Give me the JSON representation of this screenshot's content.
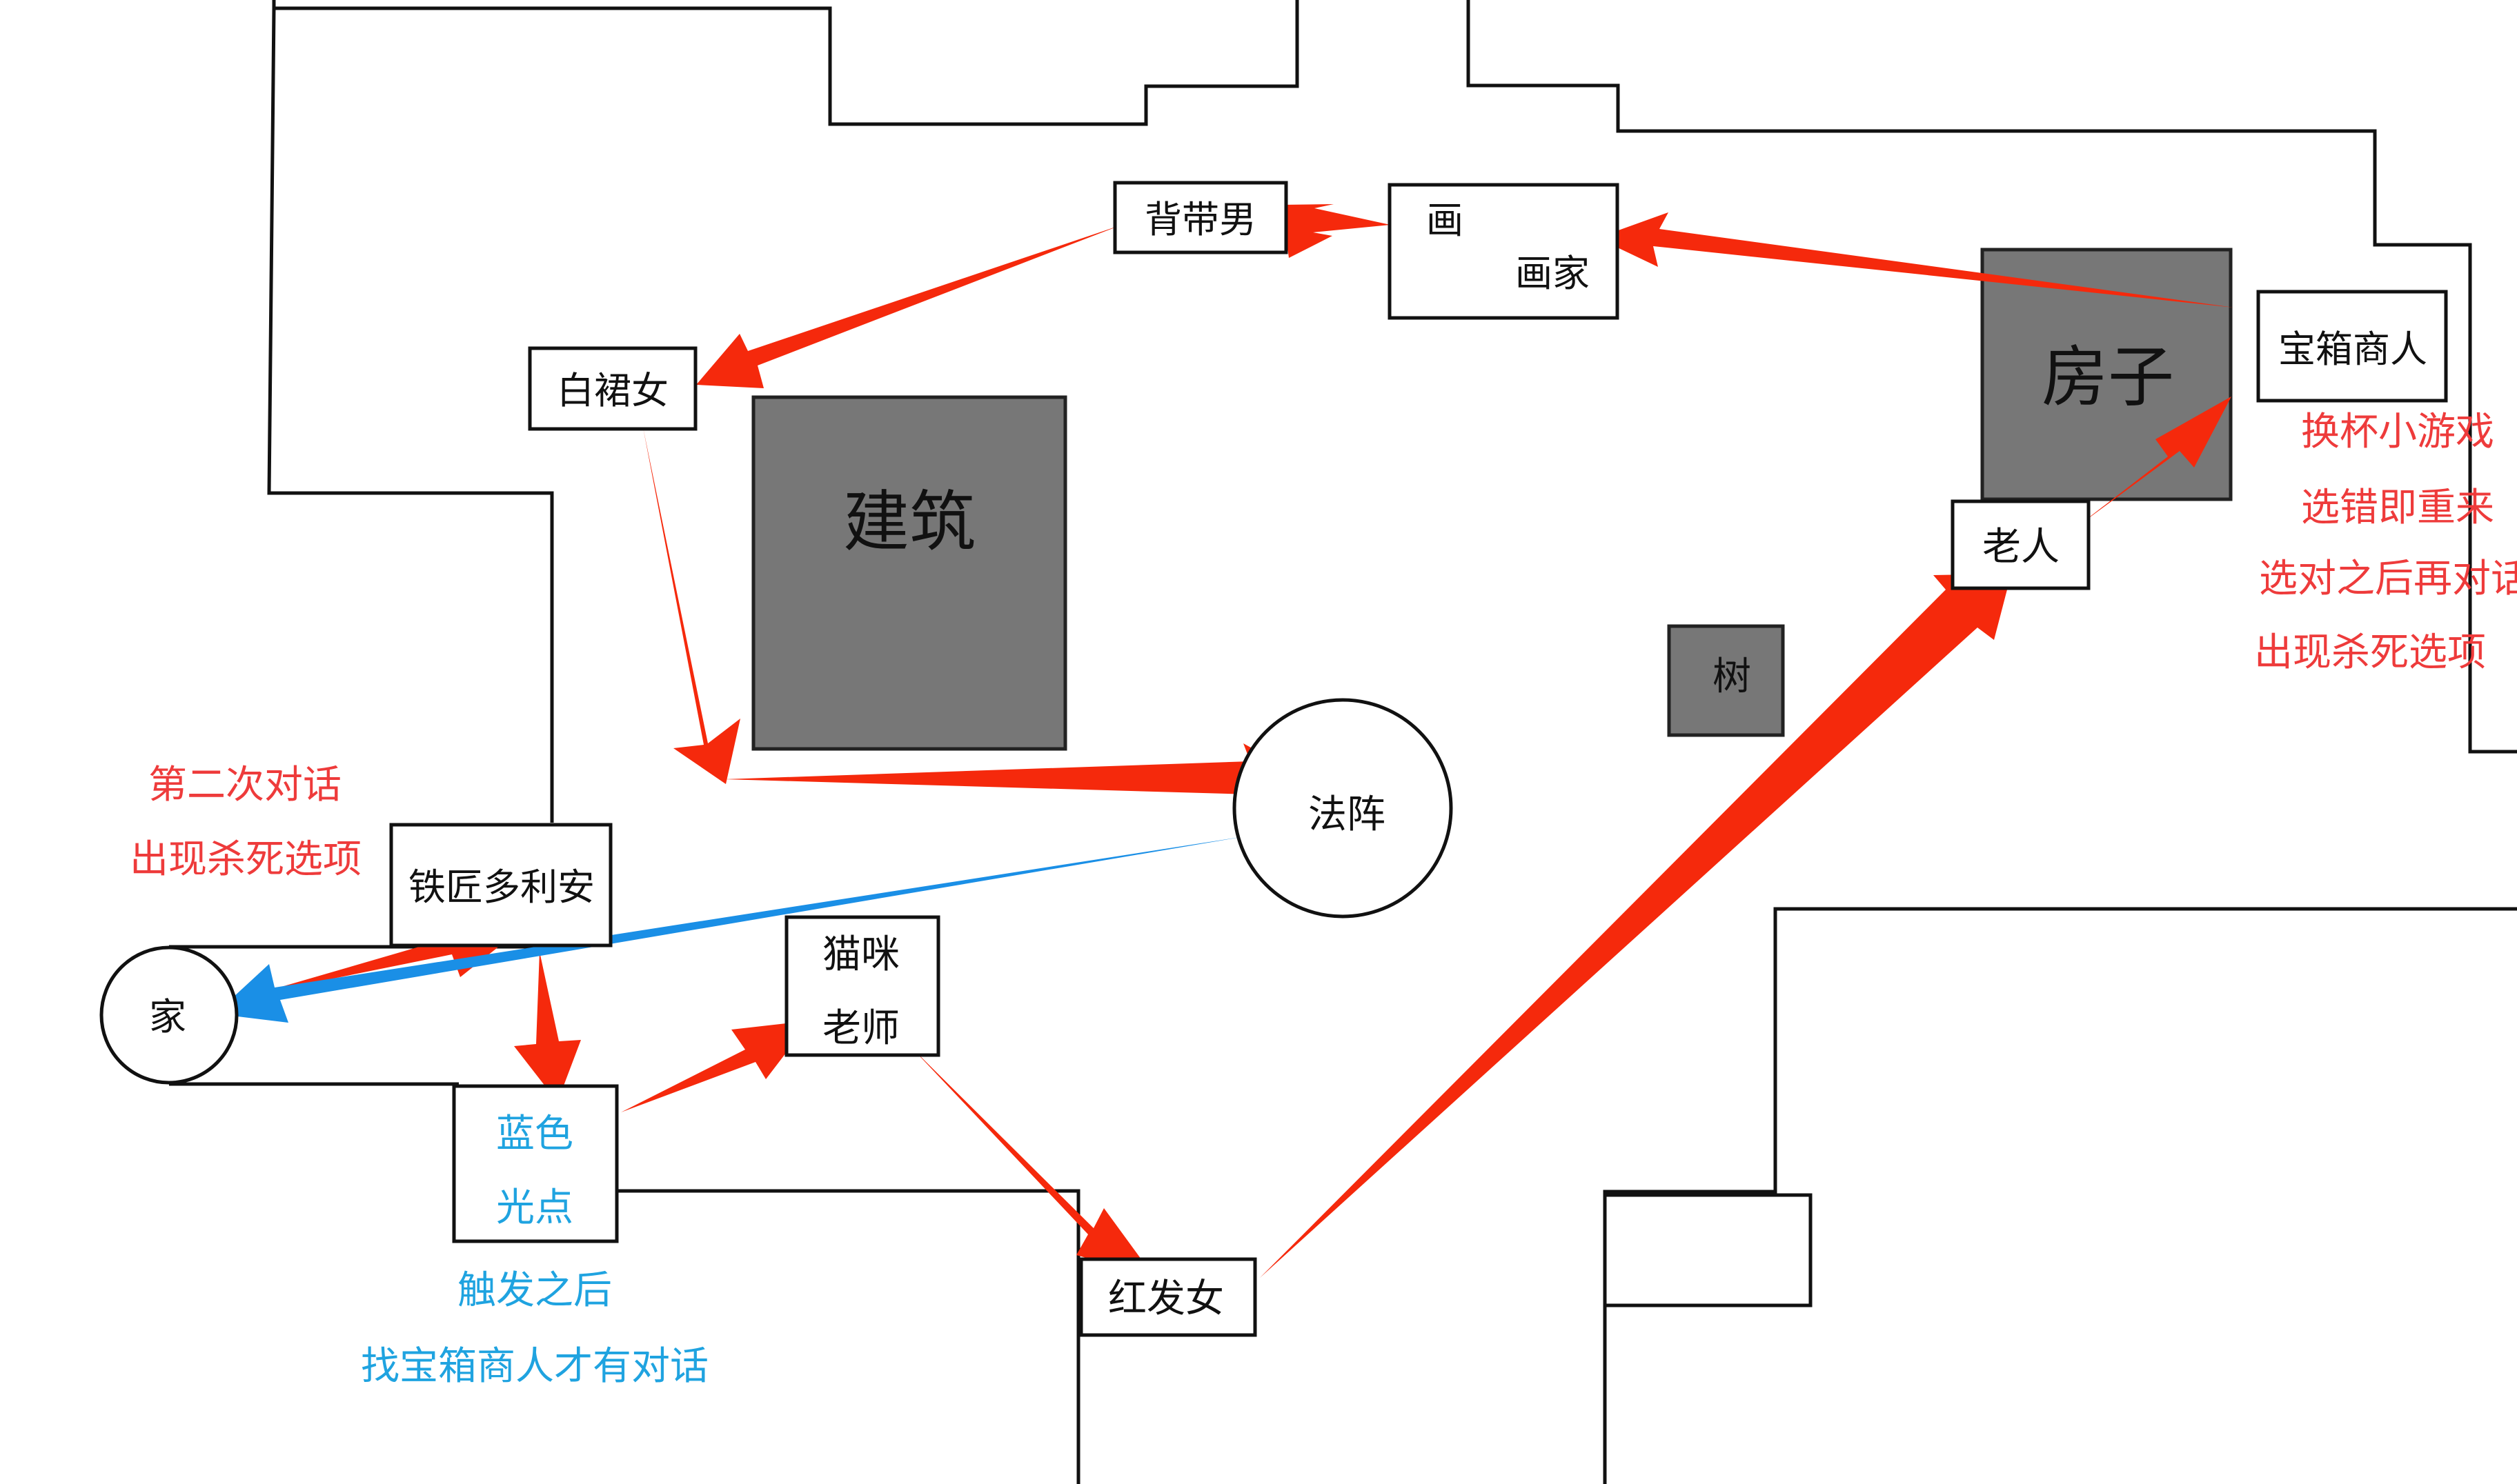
{
  "map": {
    "buildings": {
      "building_main": "建筑",
      "house": "房子",
      "tree": "树"
    },
    "npcs": {
      "backpack_man": "背带男",
      "painting_label": "画",
      "painter": "画家",
      "white_skirt_woman": "白裙女",
      "treasure_merchant": "宝箱商人",
      "old_man": "老人",
      "magic_circle": "法阵",
      "blacksmith": "铁匠多利安",
      "home": "家",
      "cat_teacher_line1": "猫咪",
      "cat_teacher_line2": "老师",
      "blue_dot_line1": "蓝色",
      "blue_dot_line2": "光点",
      "red_hair_woman": "红发女"
    },
    "notes": {
      "merchant_note": [
        "换杯小游戏",
        "选错即重来",
        "选对之后再对话",
        "出现杀死选项"
      ],
      "blacksmith_note": [
        "第二次对话",
        "出现杀死选项"
      ],
      "blue_dot_note": [
        "触发之后",
        "找宝箱商人才有对话"
      ]
    },
    "colors": {
      "route_arrow": "#f5290c",
      "return_arrow": "#1a8fe6",
      "note_red": "#ee3b3b",
      "note_blue": "#1fa3e0",
      "building_fill": "#777777"
    }
  }
}
